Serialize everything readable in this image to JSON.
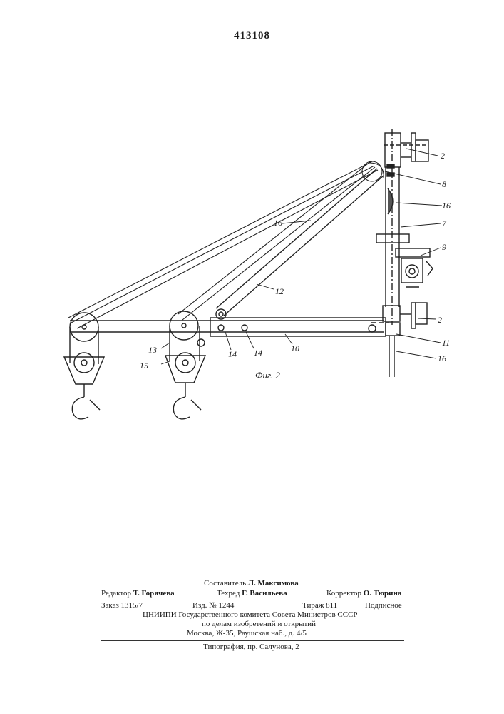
{
  "patent_number": "413108",
  "figure_caption": "Фиг. 2",
  "callouts": [
    "2",
    "8",
    "16",
    "7",
    "9",
    "16",
    "12",
    "2",
    "11",
    "16",
    "10",
    "14",
    "14",
    "13",
    "15"
  ],
  "imprint": {
    "compiler_role": "Составитель",
    "compiler_name": "Л. Максимова",
    "editor_role": "Редактор",
    "editor_name": "Т. Горячева",
    "techred_role": "Техред",
    "techred_name": "Г. Васильева",
    "corrector_role": "Корректор",
    "corrector_name": "О. Тюрина",
    "order": "Заказ 1315/7",
    "edition": "Изд. № 1244",
    "print_run": "Тираж 811",
    "subscription": "Подписное",
    "org_line1": "ЦНИИПИ Государственного комитета Совета Министров СССР",
    "org_line2": "по делам изобретений и открытий",
    "org_address": "Москва, Ж-35, Раушская наб., д. 4/5",
    "printing_house": "Типография, пр. Салунова, 2"
  }
}
